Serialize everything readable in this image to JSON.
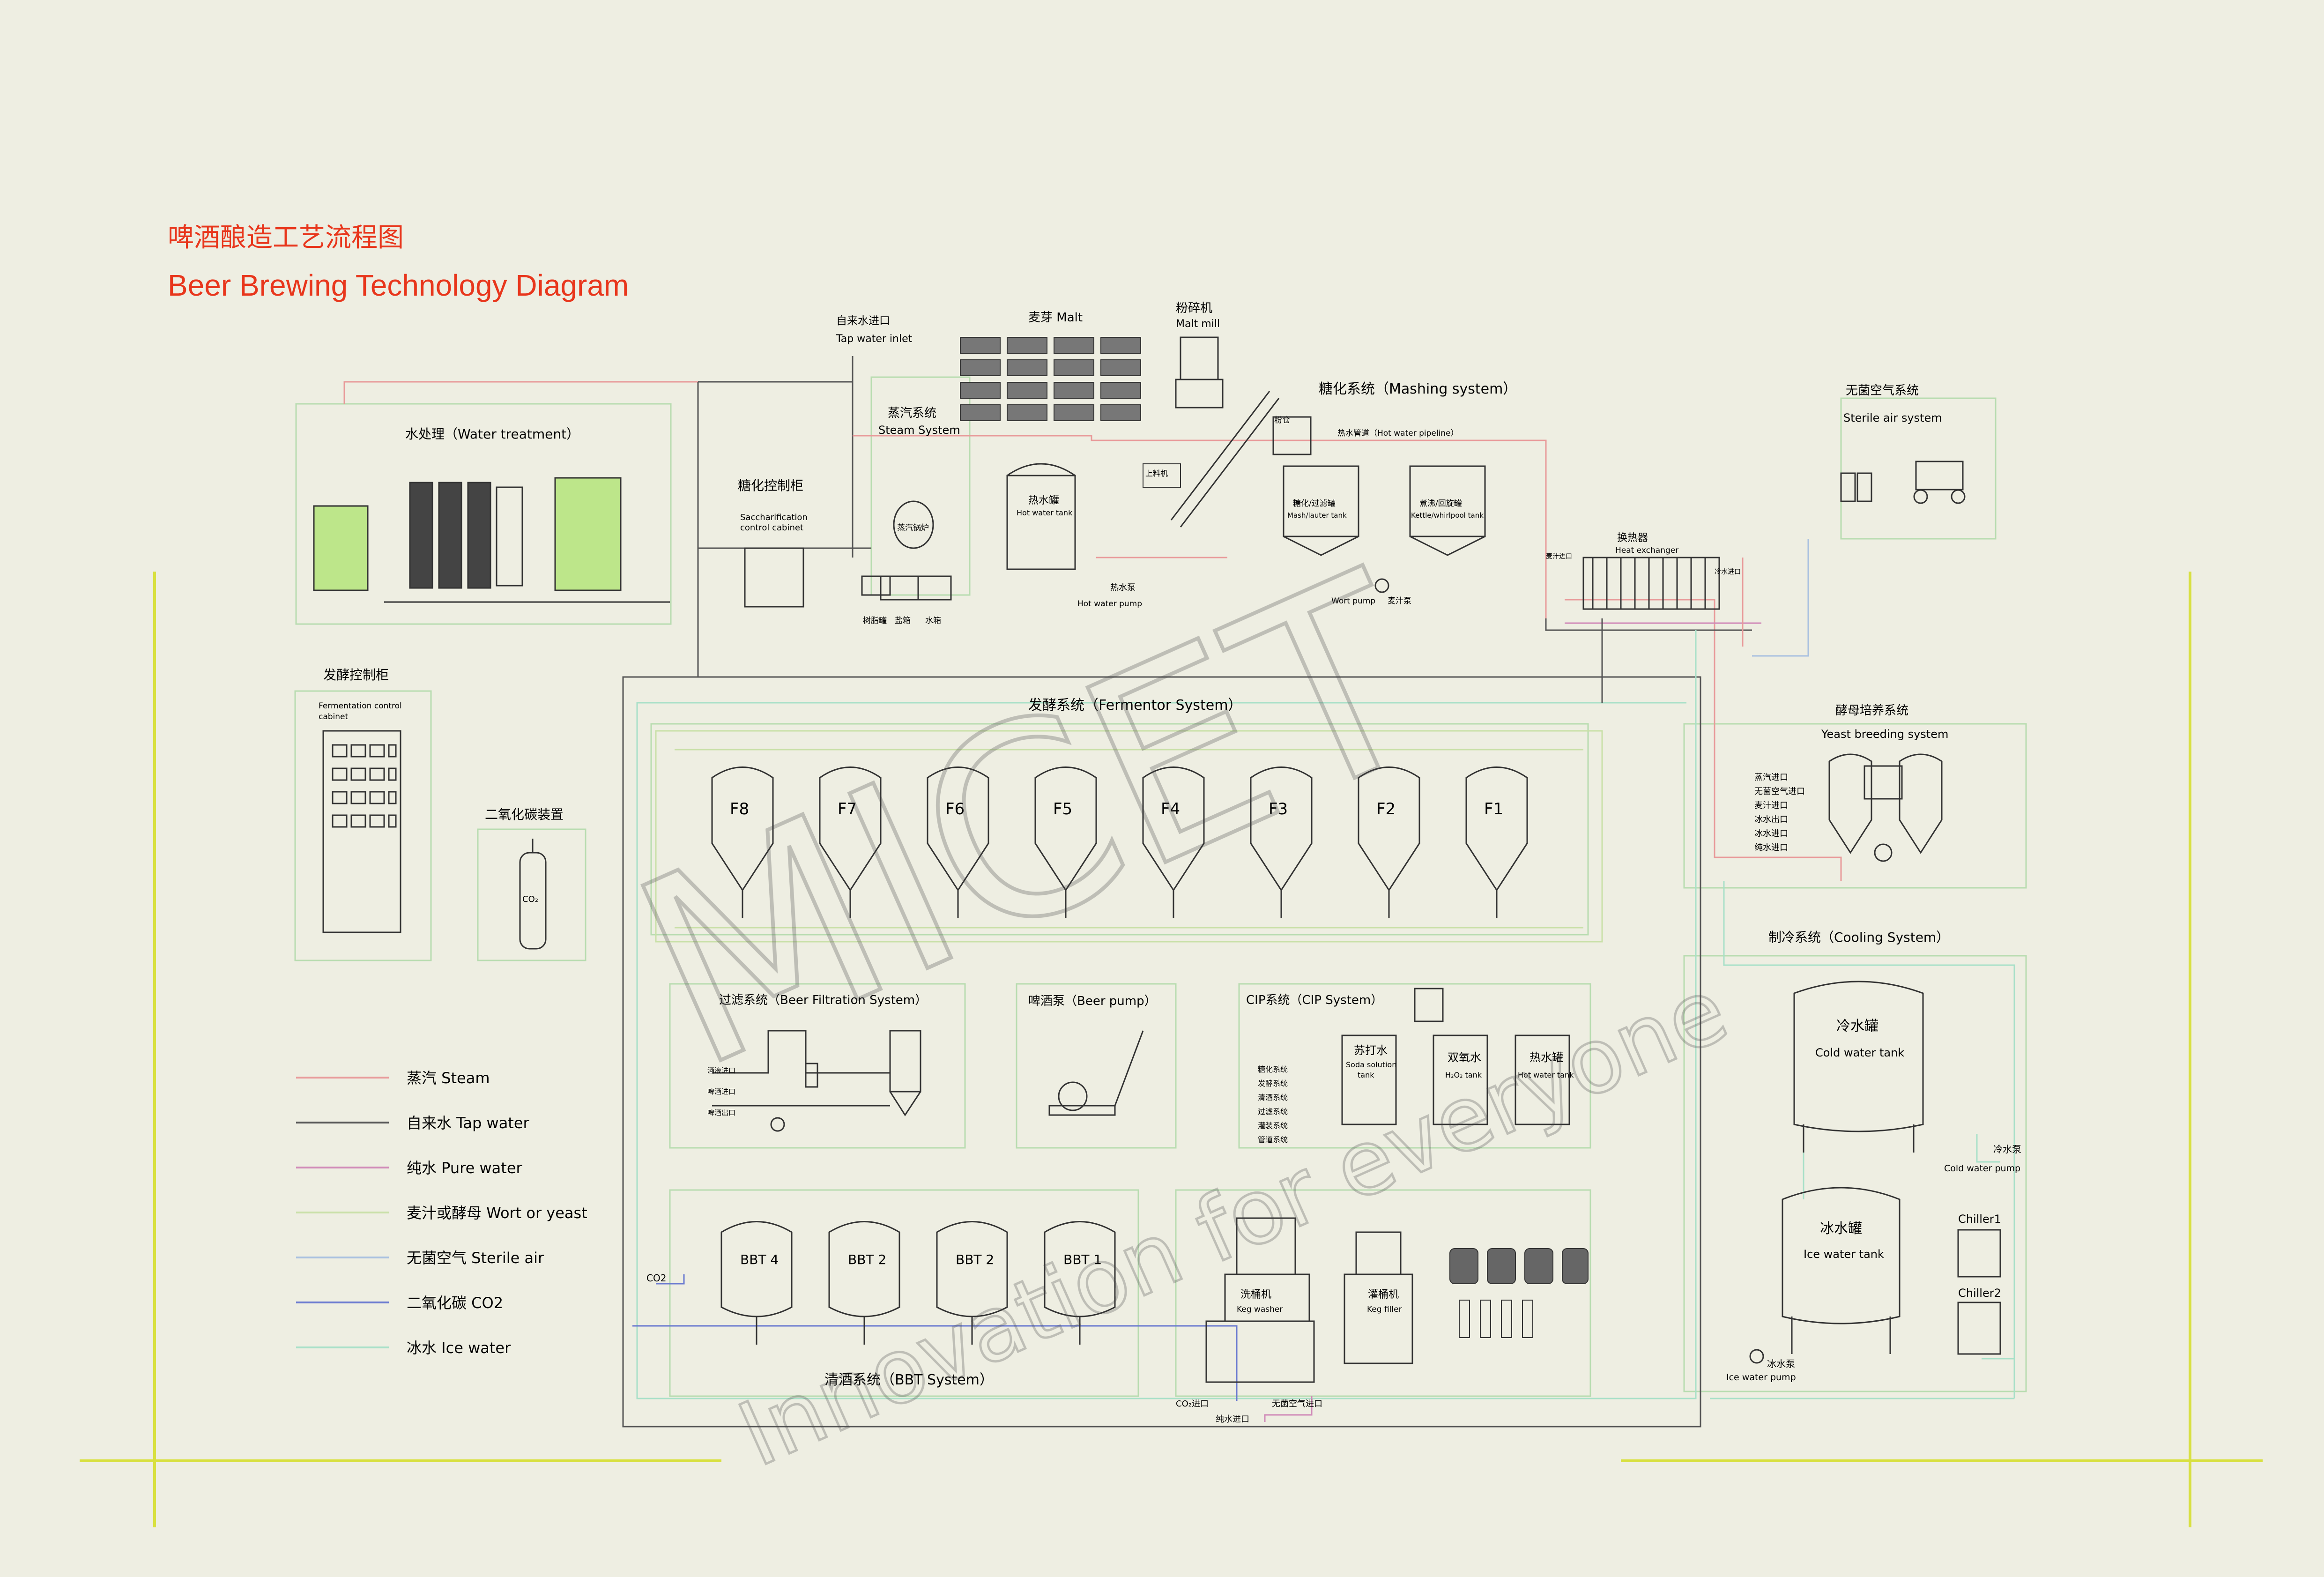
{
  "title": {
    "cn": "啤酒酿造工艺流程图",
    "en": "Beer Brewing Technology Diagram"
  },
  "watermark": {
    "brand": "MICET",
    "slogan": "Innovation for everyone"
  },
  "colors": {
    "steam": "#e89a9a",
    "tap_water": "#555555",
    "pure_water": "#d08ab8",
    "wort_yeast": "#c9e0a8",
    "sterile_air": "#a8c0e0",
    "co2": "#6a7ad0",
    "ice_water": "#a8e0c8",
    "accent_title": "#e8361c",
    "crop_marks": "#d8e040"
  },
  "legend": [
    {
      "label": "蒸汽 Steam",
      "color": "#e89a9a"
    },
    {
      "label": "自来水 Tap water",
      "color": "#555555"
    },
    {
      "label": "纯水 Pure water",
      "color": "#d08ab8"
    },
    {
      "label": "麦汁或酵母 Wort or yeast",
      "color": "#c9e0a8"
    },
    {
      "label": "无菌空气 Sterile air",
      "color": "#a8c0e0"
    },
    {
      "label": "二氧化碳 CO2",
      "color": "#6a7ad0"
    },
    {
      "label": "冰水 Ice water",
      "color": "#a8e0c8"
    }
  ],
  "labels": {
    "tap_inlet_cn": "自来水进口",
    "tap_inlet_en": "Tap water inlet",
    "malt": "麦芽  Malt",
    "mill_cn": "粉碎机",
    "mill_en": "Malt mill",
    "steam_cn": "蒸汽系统",
    "steam_en": "Steam System",
    "mashing": "糖化系统（Mashing system）",
    "sterile_cn": "无菌空气系统",
    "sterile_en": "Sterile  air system",
    "water_treatment": "水处理（Water treatment）",
    "sacch_cn": "糖化控制柜",
    "sacch_en1": "Saccharification",
    "sacch_en2": "control cabinet",
    "steam_boiler": "蒸汽锅炉",
    "hot_tank_cn": "热水罐",
    "hot_tank_en": "Hot water tank",
    "hot_pump_cn": "热水泵",
    "hot_pump_en": "Hot water pump",
    "mash_tank_cn": "糖化/过滤罐",
    "mash_tank_en": "Mash/lauter tank",
    "kettle_cn": "煮沸/回旋罐",
    "kettle_en": "Kettle/whirlpool tank",
    "hot_pipeline": "热水管道（Hot water pipeline）",
    "wort_pump": "Wort pump",
    "wort_pump_cn": "麦汁泵",
    "heat_ex_cn": "换热器",
    "heat_ex_en": "Heat exchanger",
    "ferm_cab_cn": "发酵控制柜",
    "ferm_cab_en1": "Fermentation control",
    "ferm_cab_en2": "cabinet",
    "fermentor": "发酵系统（Fermentor System）",
    "yeast_cn": "酵母培养系统",
    "yeast_en": "Yeast breeding system",
    "co2_device": "二氧化碳装置",
    "co2_bottle": "CO₂",
    "filtration": "过滤系统（Beer Filtration System）",
    "beer_pump": "啤酒泵（Beer pump）",
    "cip": "CIP系统（CIP System）",
    "soda_cn": "苏打水",
    "soda_en1": "Soda solution",
    "soda_en2": "tank",
    "h2o2_cn": "双氧水",
    "h2o2_en": "H₂O₂ tank",
    "cip_hot_cn": "热水罐",
    "cip_hot_en": "Hot water tank",
    "cooling": "制冷系统（Cooling System）",
    "cold_tank_cn": "冷水罐",
    "cold_tank_en": "Cold water tank",
    "cold_pump_cn": "冷水泵",
    "cold_pump_en": "Cold water pump",
    "ice_tank_cn": "冰水罐",
    "ice_tank_en": "Ice water tank",
    "ice_pump_cn": "冰水泵",
    "ice_pump_en": "Ice water pump",
    "chiller1": "Chiller1",
    "chiller2": "Chiller2",
    "bbt_system": "清酒系统（BBT System）",
    "keg_washer_cn": "洗桶机",
    "keg_washer_en": "Keg washer",
    "keg_filler_cn": "灌桶机",
    "keg_filler_en": "Keg filler",
    "co2_inlet": "CO₂进口",
    "sterile_air_inlet": "无菌空气进口",
    "pure_water_inlet": "纯水进口",
    "co2_line": "CO2",
    "wort_in": "麦汁进口",
    "chilled_in": "冷水进口",
    "grist_case": "粉仓",
    "lift": "上料机",
    "resin": "树脂罐",
    "salt": "盐箱",
    "water_tank": "水箱"
  },
  "fermentors": [
    "F8",
    "F7",
    "F6",
    "F5",
    "F4",
    "F3",
    "F2",
    "F1"
  ],
  "bbts": [
    "BBT 4",
    "BBT 2",
    "BBT 2",
    "BBT 1"
  ],
  "yeast_ports": [
    "蒸汽进口",
    "无菌空气进口",
    "麦汁进口",
    "冰水出口",
    "冰水进口",
    "纯水进口"
  ],
  "cip_lines": [
    "糖化系统",
    "发酵系统",
    "清酒系统",
    "过滤系统",
    "灌装系统",
    "管道系统"
  ],
  "filter_ports": [
    "酒液进口",
    "啤酒进口",
    "啤酒出口"
  ]
}
